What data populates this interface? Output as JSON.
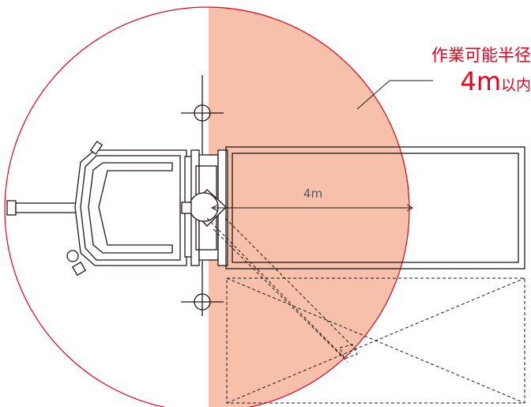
{
  "annotation": {
    "line1": "作業可能半径",
    "line2_number": "4m",
    "line2_suffix": "以内"
  },
  "dimension_label": "4m",
  "colors": {
    "accent": "#e8001c",
    "radius_fill": "#f7c0ab",
    "line": "#231815"
  }
}
